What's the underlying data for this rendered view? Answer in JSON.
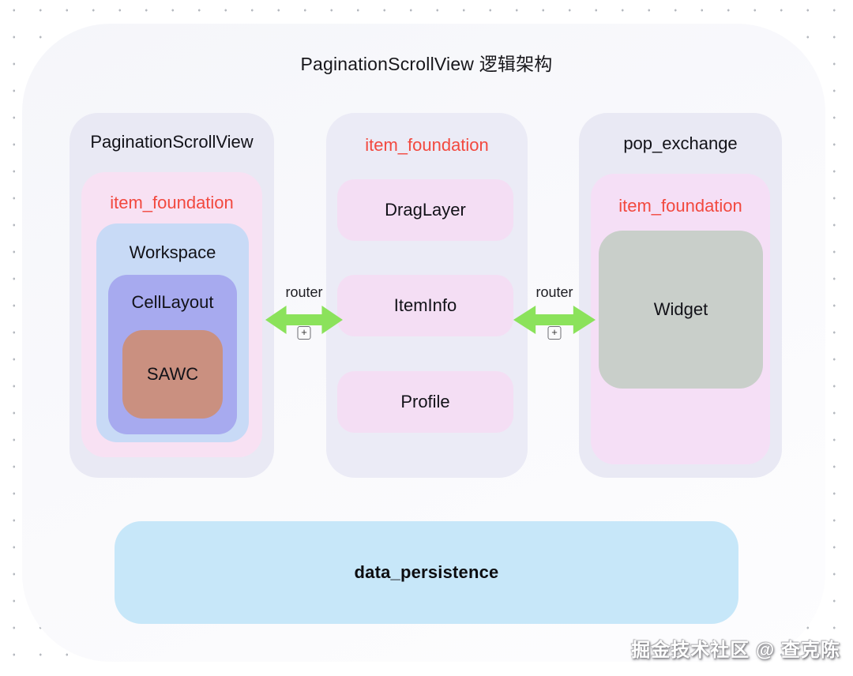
{
  "page": {
    "title": "PaginationScrollView 逻辑架构",
    "watermark": "掘金技术社区 @ 查克陈"
  },
  "columns": {
    "left": {
      "title": "PaginationScrollView",
      "foundation": "item_foundation",
      "workspace": "Workspace",
      "cell_layout": "CellLayout",
      "sawc": "SAWC"
    },
    "middle": {
      "title": "item_foundation",
      "items": [
        "DragLayer",
        "ItemInfo",
        "Profile"
      ]
    },
    "right": {
      "title": "pop_exchange",
      "foundation": "item_foundation",
      "widget": "Widget"
    }
  },
  "connectors": {
    "left": {
      "label": "router"
    },
    "right": {
      "label": "router"
    },
    "plus_icon": "+"
  },
  "bottom": {
    "label": "data_persistence"
  },
  "colors": {
    "accent_red": "#f2493f",
    "arrow_green": "#8be25b",
    "container_lavender": "#e9e9f4",
    "pink_foundation": "#f6e0f4",
    "workspace_blue": "#c8daf6",
    "cell_layout_purple": "#a7aaef",
    "sawc_salmon": "#ca9080",
    "widget_gray": "#c9cfca",
    "persistence_blue": "#c7e7f9"
  }
}
